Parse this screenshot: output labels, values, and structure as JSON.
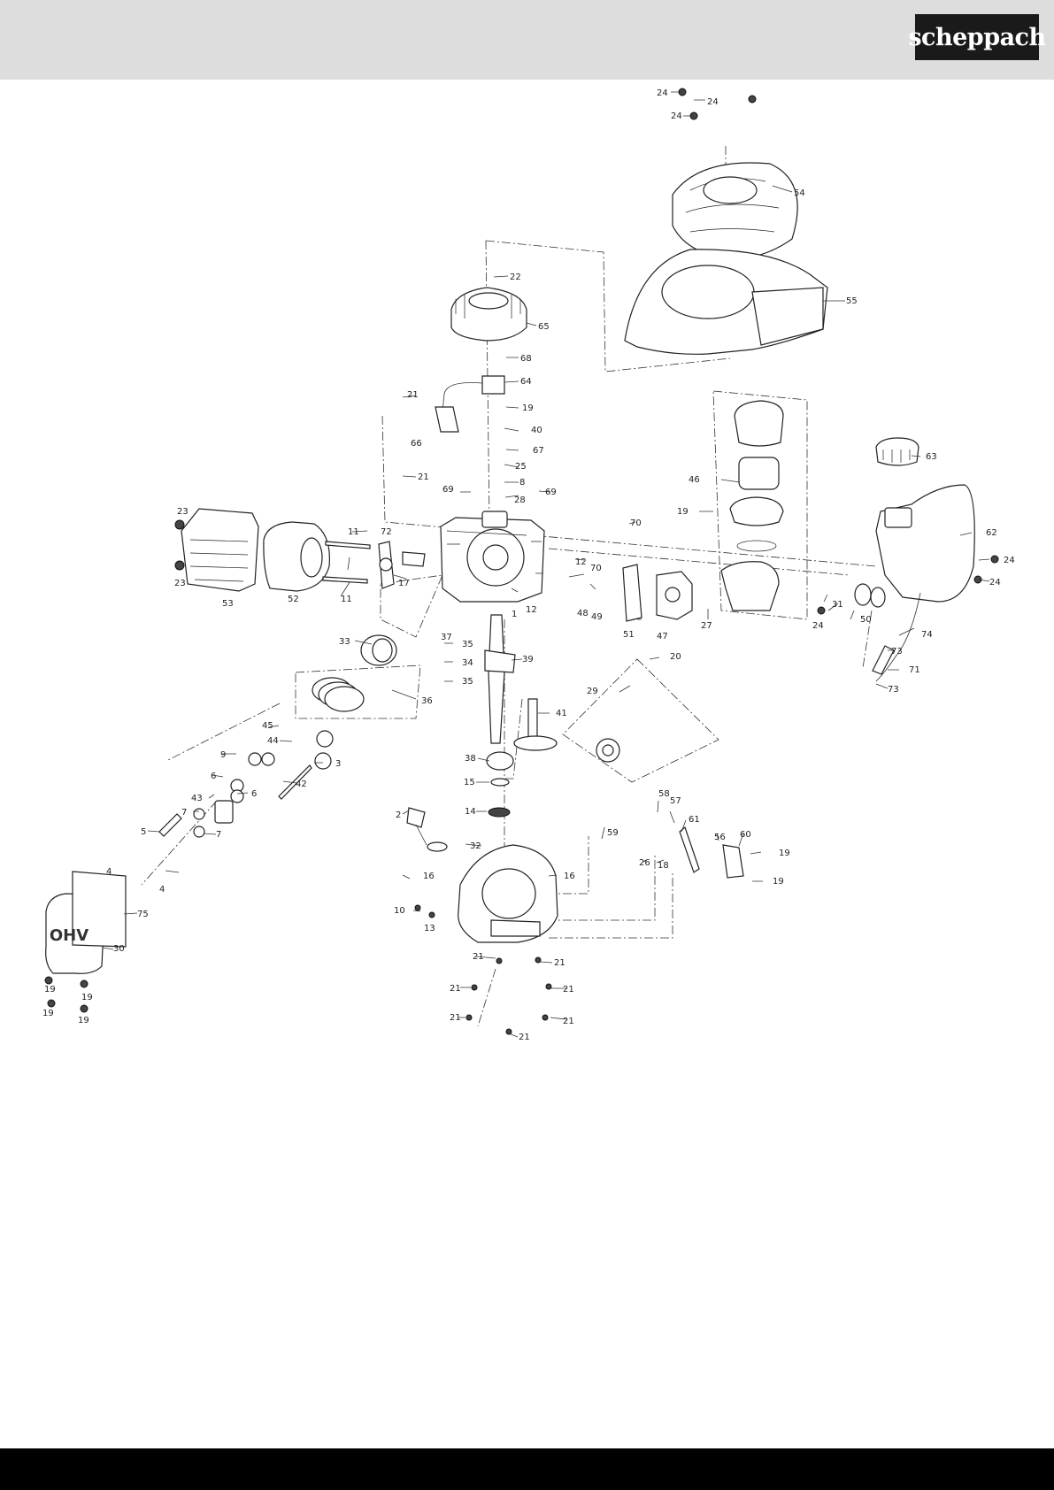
{
  "header": {
    "brand": "scheppach"
  },
  "diagram": {
    "labels": [
      "1",
      "2",
      "3",
      "4",
      "5",
      "6",
      "7",
      "8",
      "9",
      "10",
      "11",
      "12",
      "13",
      "14",
      "15",
      "16",
      "17",
      "18",
      "19",
      "20",
      "21",
      "22",
      "23",
      "24",
      "25",
      "26",
      "27",
      "28",
      "29",
      "30",
      "31",
      "32",
      "33",
      "34",
      "35",
      "36",
      "37",
      "38",
      "39",
      "40",
      "41",
      "42",
      "43",
      "44",
      "45",
      "46",
      "47",
      "48",
      "49",
      "50",
      "51",
      "52",
      "53",
      "54",
      "55",
      "56",
      "57",
      "58",
      "59",
      "60",
      "61",
      "62",
      "63",
      "64",
      "65",
      "66",
      "67",
      "68",
      "69",
      "70",
      "71",
      "72",
      "73",
      "74",
      "75"
    ],
    "logo_text": "OHV"
  }
}
